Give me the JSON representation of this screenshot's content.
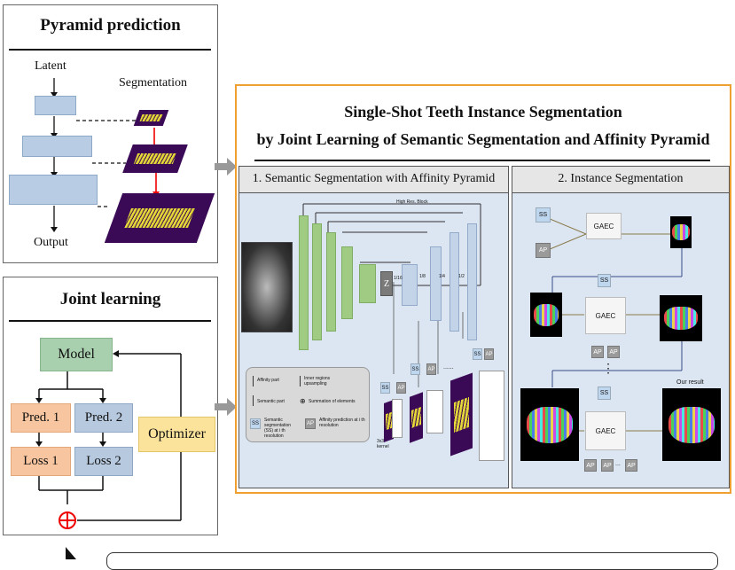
{
  "pyramid": {
    "title": "Pyramid prediction",
    "latent_label": "Latent",
    "segmentation_label": "Segmentation",
    "output_label": "Output"
  },
  "joint": {
    "title": "Joint learning",
    "model_label": "Model",
    "pred1_label": "Pred. 1",
    "pred2_label": "Pred. 2",
    "loss1_label": "Loss 1",
    "loss2_label": "Loss 2",
    "optimizer_label": "Optimizer"
  },
  "main": {
    "title_line1": "Single-Shot Teeth Instance Segmentation",
    "title_line2": "by Joint Learning of Semantic Segmentation and Affinity Pyramid",
    "sec1_title": "1. Semantic Segmentation with Affinity Pyramid",
    "sec2_title": "2. Instance Segmentation"
  },
  "sec1": {
    "highres_label": "High Res. Block",
    "z_label": "Z",
    "scale_1_16": "1/16",
    "scale_1_8": "1/8",
    "scale_1_4": "1/4",
    "scale_1_2": "1/2",
    "legend_affinity_part": "Affinity part",
    "legend_semantic_part": "Semantic part",
    "legend_inner": "Inner regions upsampling",
    "legend_sum": "Summation of elements",
    "legend_ss": "Semantic segmentation (SS) at i th resolution",
    "legend_ap": "Affinity prediction at i th resolution",
    "ss_tag": "SS",
    "ap_tag": "AP",
    "kernel_label": "3x3 kernel",
    "dots": "......"
  },
  "sec2": {
    "gaec_label": "GAEC",
    "ss_top": "SS",
    "ap_top": "AP",
    "ss_mid": "SS",
    "ap_mid_a": "AP",
    "ap_mid_b": "AP",
    "ss_bot": "SS",
    "ap_bot_a": "AP",
    "ap_bot_b": "AP",
    "ap_bot_dots": "...",
    "ap_bot_c": "AP",
    "vdots": "⋮",
    "result_label": "Our result"
  },
  "colors": {
    "accent_orange": "#f0a030",
    "panel_border": "#555555",
    "sum_red": "#e00000"
  }
}
